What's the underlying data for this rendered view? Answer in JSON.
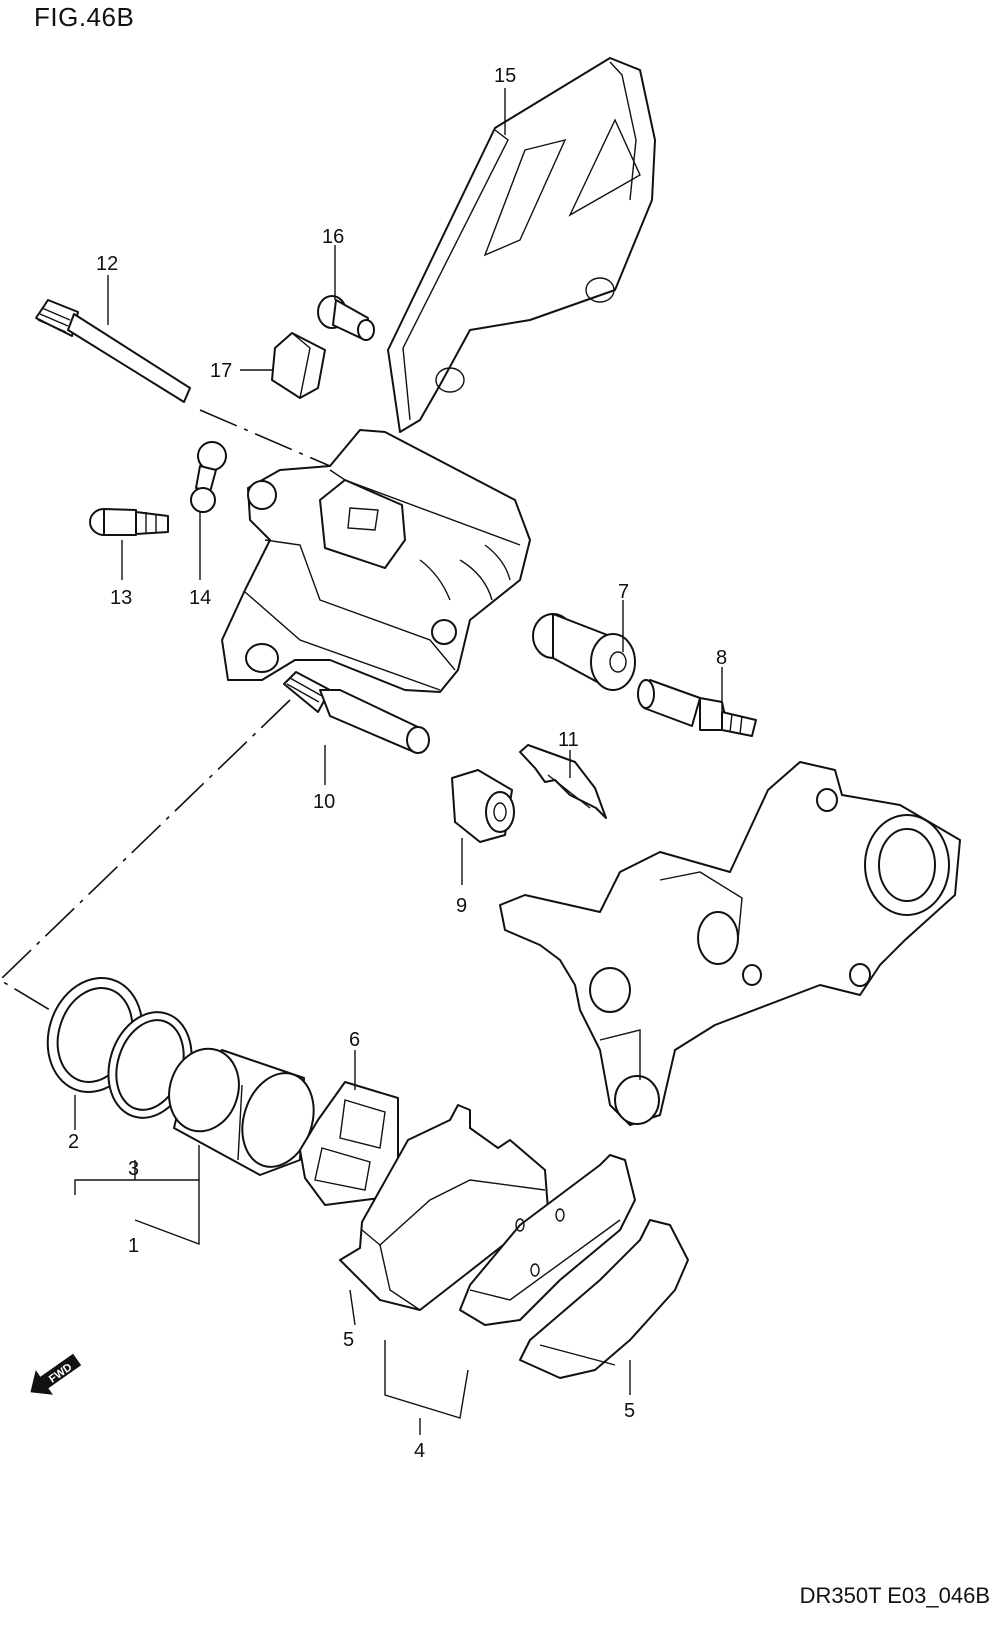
{
  "figure": {
    "title": "FIG.46B",
    "code": "DR350T E03_046B"
  },
  "labels": {
    "p1": "1",
    "p2": "2",
    "p3": "3",
    "p4": "4",
    "p5a": "5",
    "p5b": "5",
    "p6": "6",
    "p7": "7",
    "p8": "8",
    "p9": "9",
    "p10": "10",
    "p11": "11",
    "p12": "12",
    "p13": "13",
    "p14": "14",
    "p15": "15",
    "p16": "16",
    "p17": "17"
  },
  "fwd_arrow": {
    "text": "FWD"
  }
}
